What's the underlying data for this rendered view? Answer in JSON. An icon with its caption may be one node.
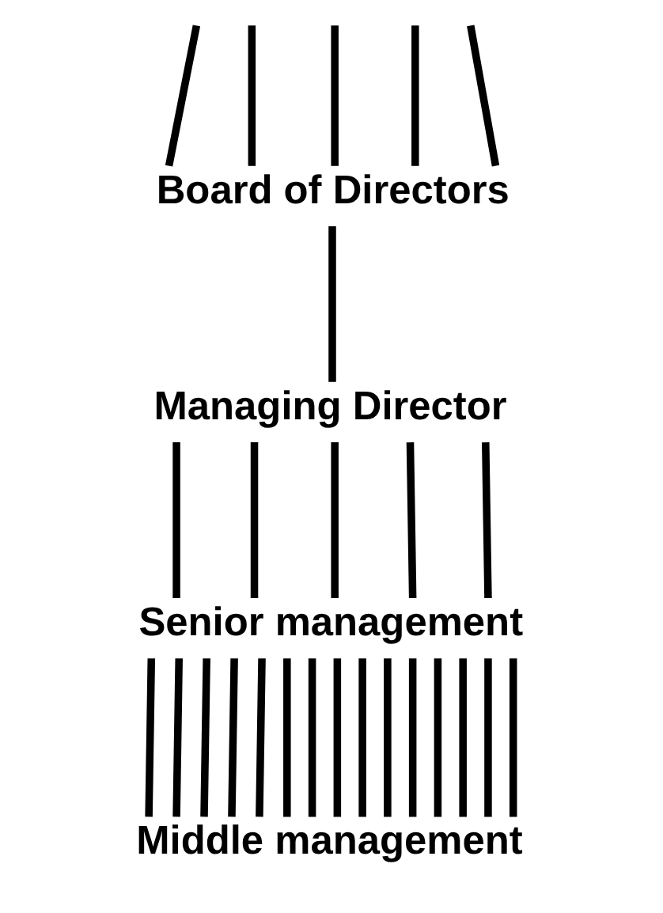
{
  "diagram": {
    "nodes": [
      {
        "text": [
          "Board of Directors"
        ]
      },
      {
        "text": [
          "Managing Director"
        ]
      },
      {
        "text": [
          "Senior management"
        ]
      },
      {
        "text": [
          "Middle management"
        ]
      }
    ],
    "edges": [
      {
        "from": null,
        "to": 0,
        "arrow": "none"
      },
      {
        "from": null,
        "to": 0,
        "arrow": "none"
      },
      {
        "from": null,
        "to": 0,
        "arrow": "none"
      },
      {
        "from": null,
        "to": 0,
        "arrow": "none"
      },
      {
        "from": null,
        "to": 0,
        "arrow": "none"
      },
      {
        "from": 0,
        "to": 1,
        "arrow": "none"
      },
      {
        "from": 1,
        "to": 2,
        "arrow": "none"
      },
      {
        "from": 1,
        "to": 2,
        "arrow": "none"
      },
      {
        "from": 1,
        "to": 2,
        "arrow": "none"
      },
      {
        "from": 1,
        "to": 2,
        "arrow": "none"
      },
      {
        "from": 1,
        "to": 2,
        "arrow": "none"
      },
      {
        "from": 2,
        "to": 3,
        "arrow": "none"
      },
      {
        "from": 2,
        "to": 3,
        "arrow": "none"
      },
      {
        "from": 2,
        "to": 3,
        "arrow": "none"
      },
      {
        "from": 2,
        "to": 3,
        "arrow": "none"
      },
      {
        "from": 2,
        "to": 3,
        "arrow": "none"
      },
      {
        "from": 2,
        "to": 3,
        "arrow": "none"
      },
      {
        "from": 2,
        "to": 3,
        "arrow": "none"
      },
      {
        "from": 2,
        "to": 3,
        "arrow": "none"
      },
      {
        "from": 2,
        "to": 3,
        "arrow": "none"
      },
      {
        "from": 2,
        "to": 3,
        "arrow": "none"
      },
      {
        "from": 2,
        "to": 3,
        "arrow": "none"
      },
      {
        "from": 2,
        "to": 3,
        "arrow": "none"
      },
      {
        "from": 2,
        "to": 3,
        "arrow": "none"
      },
      {
        "from": 2,
        "to": 3,
        "arrow": "none"
      },
      {
        "from": 2,
        "to": 3,
        "arrow": "none"
      }
    ]
  }
}
